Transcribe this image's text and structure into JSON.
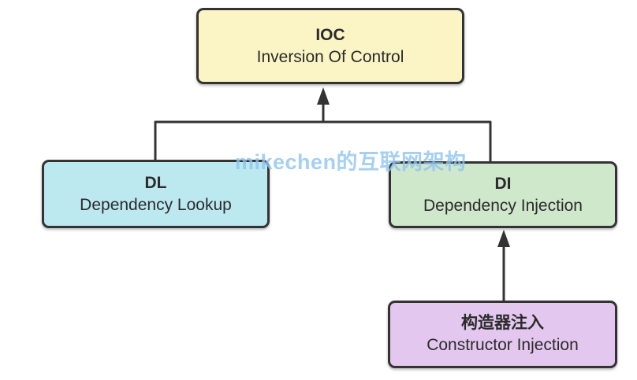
{
  "diagram": {
    "watermark": {
      "text": "mikechen的互联网架构"
    },
    "nodes": [
      {
        "id": "ioc",
        "title": "IOC",
        "subtitle": "Inversion Of Control"
      },
      {
        "id": "dl",
        "title": "DL",
        "subtitle": "Dependency Lookup"
      },
      {
        "id": "di",
        "title": "DI",
        "subtitle": "Dependency Injection"
      },
      {
        "id": "constructor-injection",
        "title": "构造器注入",
        "subtitle": "Constructor Injection"
      }
    ],
    "edges": [
      {
        "from": "dl",
        "to": "ioc",
        "type": "branch-line"
      },
      {
        "from": "di",
        "to": "ioc",
        "type": "branch-line-with-arrow"
      },
      {
        "from": "constructor-injection",
        "to": "di",
        "type": "arrow"
      }
    ]
  },
  "colors": {
    "background": "#ffffff",
    "node_border": "#333333",
    "node_text": "#2b2b2b",
    "connector": "#333333",
    "watermark": "#8fc5ef",
    "ioc_fill": "#fbf4c4",
    "dl_fill": "#bce8f0",
    "di_fill": "#cfe7cb",
    "ci_fill": "#e3c7ef"
  }
}
